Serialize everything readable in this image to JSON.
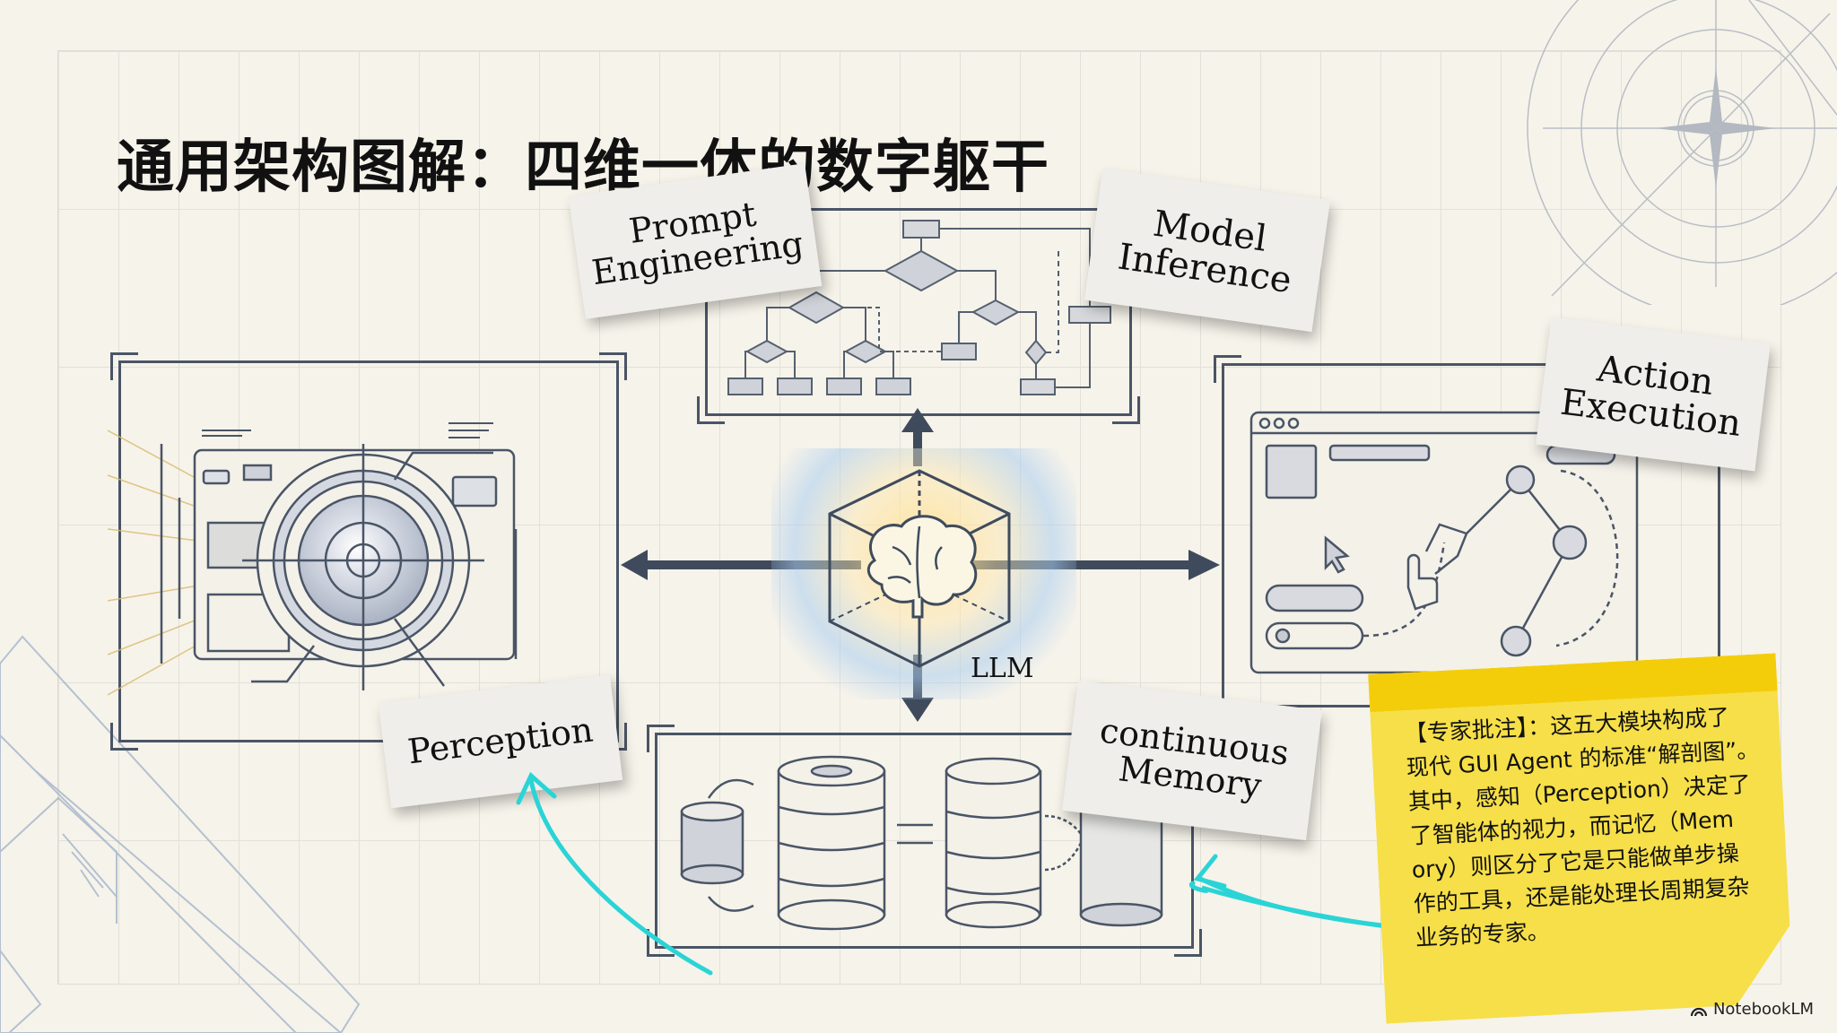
{
  "slide": {
    "title": "通用架构图解：四维一体的数字躯干"
  },
  "center": {
    "label": "LLM",
    "icon": "brain-in-cube-icon"
  },
  "modules": {
    "prompt_engineering": {
      "line1": "Prompt",
      "line2": "Engineering",
      "icon": "flowchart-icon"
    },
    "model_inference": {
      "line1": "Model",
      "line2": "Inference"
    },
    "perception": {
      "label": "Perception",
      "icon": "camera-blueprint-icon"
    },
    "action_execution": {
      "line1": "Action",
      "line2": "Execution",
      "icon": "robot-arm-browser-icon"
    },
    "memory": {
      "line1": "continuous",
      "line2": "Memory",
      "icon": "database-stack-icon"
    }
  },
  "sticky_note": {
    "lines": [
      "【专家批注】：这五大模块构成了",
      "现代 GUI Agent 的标准“解剖图”。",
      "其中，感知（Perception）决定了",
      "了智能体的视力，而记忆（Mem",
      "ory）则区分了它是只能做单步操",
      "作的工具，还是能处理长周期复杂",
      "业务的专家。"
    ]
  },
  "footer": {
    "brand": "NotebookLM",
    "icon": "notebooklm-logo-icon"
  },
  "colors": {
    "background": "#f6f3ea",
    "ink": "#4a5566",
    "sticky": "#f6df48",
    "annotation_arrow": "#2ad4d6",
    "glow_warm": "#ffe296",
    "glow_cool": "#aacdf0"
  }
}
